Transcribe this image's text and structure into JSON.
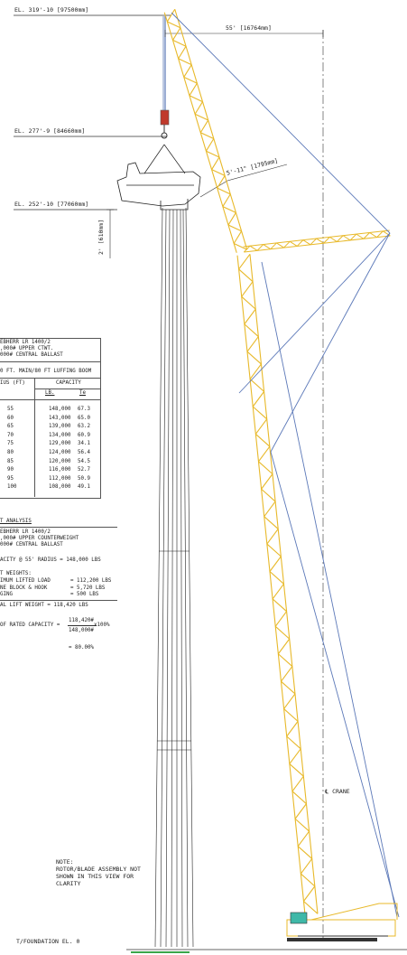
{
  "elevations": {
    "top": "EL. 319'-10 [97500mm]",
    "hub": "EL. 277'-9 [84660mm]",
    "tower_top": "EL. 252'-10 [77060mm]",
    "foundation": "T/FOUNDATION EL. 0"
  },
  "dimensions": {
    "radius": "55' [16764mm]",
    "clearance": "5'-11\" [1795mm]",
    "small": "2' [610mm]"
  },
  "crane_label": "℄ CRANE",
  "note": [
    "NOTE:",
    "ROTOR/BLADE ASSEMBLY NOT",
    "SHOWN IN THIS VIEW FOR",
    "CLARITY"
  ],
  "capacity_table": {
    "header_lines": [
      "EBHERR LR 1400/2",
      ",000# UPPER CTWT.",
      "000# CENTRAL BALLAST"
    ],
    "boom_line": "0 FT. MAIN/80 FT LUFFING BOOM",
    "col_radius": "IUS (FT)",
    "col_capacity": "CAPACITY",
    "unit_lb": "LB.",
    "unit_t": "Te",
    "rows": [
      {
        "r": "55",
        "lb": "148,000",
        "t": "67.3"
      },
      {
        "r": "60",
        "lb": "143,000",
        "t": "65.0"
      },
      {
        "r": "65",
        "lb": "139,000",
        "t": "63.2"
      },
      {
        "r": "70",
        "lb": "134,000",
        "t": "60.9"
      },
      {
        "r": "75",
        "lb": "129,000",
        "t": "34.1"
      },
      {
        "r": "80",
        "lb": "124,000",
        "t": "56.4"
      },
      {
        "r": "85",
        "lb": "120,000",
        "t": "54.5"
      },
      {
        "r": "90",
        "lb": "116,000",
        "t": "52.7"
      },
      {
        "r": "95",
        "lb": "112,000",
        "t": "50.9"
      },
      {
        "r": "100",
        "lb": "108,000",
        "t": "49.1"
      }
    ]
  },
  "lift_analysis": {
    "title": "T ANALYSIS",
    "lines": [
      "EBHERR LR 1400/2",
      ",000# UPPER COUNTERWEIGHT",
      "000# CENTRAL BALLAST"
    ],
    "capacity_line": "ACITY @ 55' RADIUS  =   148,000 LBS",
    "weights_title": "T WEIGHTS:",
    "weights": [
      {
        "label": "IMUM LIFTED LOAD",
        "value": "=   112,200 LBS"
      },
      {
        "label": "NE BLOCK & HOOK",
        "value": "=     5,720 LBS"
      },
      {
        "label": "GING",
        "value": "=       500 LBS"
      }
    ],
    "total_line": "AL LIFT WEIGHT     =   118,420 LBS",
    "rated_prefix": "OF RATED CAPACITY =",
    "rated_num": "118,420#",
    "rated_den": "148,000#",
    "rated_mult": "x100%",
    "rated_result": "= 80.00%"
  },
  "colors": {
    "boom": "#e8b92a",
    "rope": "#5b78b8",
    "line": "#333333",
    "cab": "#3fb8a8"
  }
}
